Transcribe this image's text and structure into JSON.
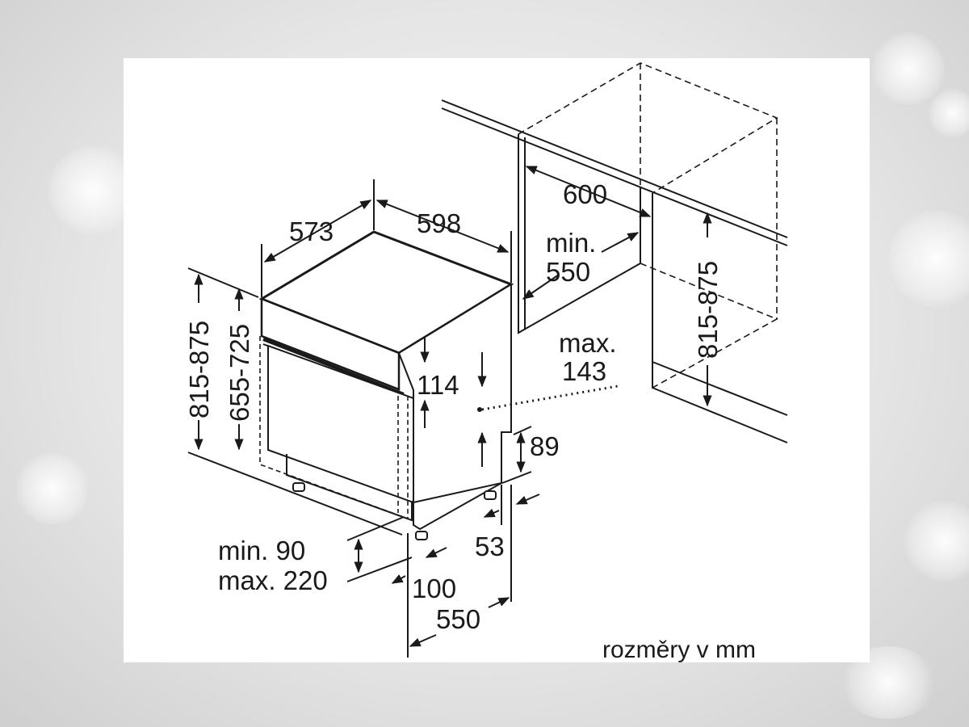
{
  "labels": {
    "depth_573": "573",
    "width_598": "598",
    "niche_width_600": "600",
    "niche_depth_min": "min.",
    "niche_depth_550": "550",
    "niche_height_right": "815-875",
    "height_total": "815-875",
    "height_door": "655-725",
    "panel_114": "114",
    "max_word": "max.",
    "max_143": "143",
    "plinth_89": "89",
    "plinth_53": "53",
    "plinth_min": "min. 90",
    "plinth_max": "max. 220",
    "foot_100": "100",
    "depth_550": "550",
    "units": "rozměry v mm"
  },
  "colors": {
    "line": "#1a1a1a",
    "panel": "#ffffff"
  }
}
